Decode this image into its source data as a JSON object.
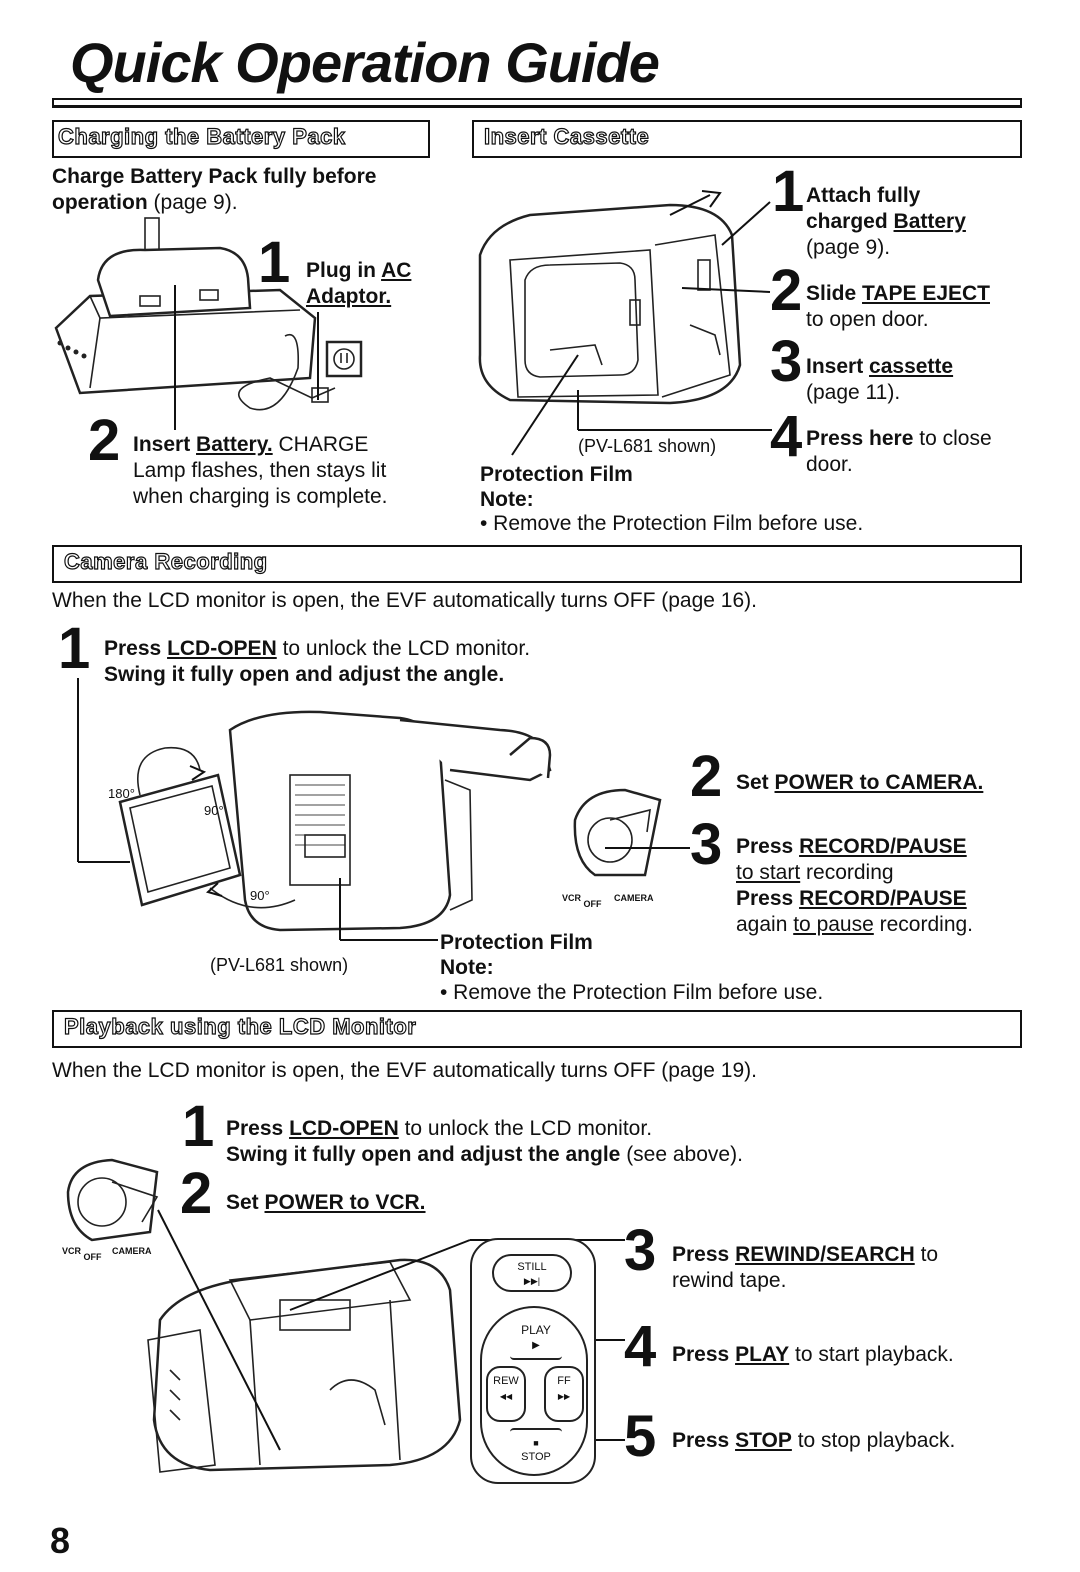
{
  "page": {
    "title": "Quick Operation Guide",
    "page_number": "8"
  },
  "charging": {
    "heading": "Charging the Battery Pack",
    "intro_bold": "Charge Battery Pack fully before operation",
    "intro_tail": "(page 9).",
    "step1_num": "1",
    "step1_a": "Plug in ",
    "step1_b": "AC",
    "step1_c": "Adaptor.",
    "step2_num": "2",
    "step2_a": "Insert ",
    "step2_b": "Battery.",
    "step2_c": " CHARGE",
    "step2_d": "Lamp flashes, then stays lit",
    "step2_e": "when charging is complete."
  },
  "insert": {
    "heading": "Insert Cassette",
    "s1_num": "1",
    "s1_a": "Attach fully",
    "s1_b": "charged ",
    "s1_c": "Battery",
    "s1_d": "(page 9).",
    "s2_num": "2",
    "s2_a": "Slide ",
    "s2_b": "TAPE EJECT",
    "s2_c": "to open door.",
    "s3_num": "3",
    "s3_a": "Insert ",
    "s3_b": "cassette",
    "s3_c": "(page 11).",
    "s4_num": "4",
    "s4_a": "Press here",
    "s4_b": " to close",
    "s4_c": "door.",
    "shown": "(PV-L681 shown)",
    "film": "Protection Film",
    "note": "Note:",
    "note_text": "• Remove the Protection Film before use."
  },
  "camera": {
    "heading": "Camera Recording",
    "intro": "When the LCD monitor is open, the EVF automatically turns OFF (page 16).",
    "s1_num": "1",
    "s1_a": "Press ",
    "s1_b": "LCD-OPEN",
    "s1_c": " to unlock the LCD monitor.",
    "s1_d": "Swing it fully open and adjust the angle.",
    "deg180": "180°",
    "deg90a": "90°",
    "deg90b": "90°",
    "s2_num": "2",
    "s2_a": "Set ",
    "s2_b": "POWER to CAMERA.",
    "s3_num": "3",
    "s3_a": "Press ",
    "s3_b": "RECORD/PAUSE",
    "s3_c": "to start",
    "s3_d": " recording",
    "s3_e": "Press ",
    "s3_f": "RECORD/PAUSE",
    "s3_g": "again ",
    "s3_h": "to pause",
    "s3_i": " recording.",
    "switch_vcr": "VCR",
    "switch_off": "OFF",
    "switch_cam": "CAMERA",
    "film": "Protection Film",
    "shown": "(PV-L681 shown)",
    "note": "Note:",
    "note_text": "• Remove the Protection Film before use."
  },
  "playback": {
    "heading": "Playback using the LCD Monitor",
    "intro": "When the LCD monitor is open, the EVF automatically turns OFF (page 19).",
    "s1_num": "1",
    "s1_a": "Press ",
    "s1_b": "LCD-OPEN",
    "s1_c": " to unlock the LCD monitor.",
    "s1_d": "Swing it fully open and adjust the angle",
    "s1_e": " (see above).",
    "s2_num": "2",
    "s2_a": "Set ",
    "s2_b": "POWER to VCR.",
    "s3_num": "3",
    "s3_a": "Press ",
    "s3_b": "REWIND/SEARCH",
    "s3_c": " to",
    "s3_d": "rewind tape.",
    "s4_num": "4",
    "s4_a": "Press ",
    "s4_b": "PLAY",
    "s4_c": " to start playback.",
    "s5_num": "5",
    "s5_a": "Press ",
    "s5_b": "STOP",
    "s5_c": " to stop playback.",
    "btn_still": "STILL",
    "btn_still_sym": "▶▶|",
    "btn_play": "PLAY",
    "btn_play_sym": "▶",
    "btn_rew": "REW",
    "btn_rew_sym": "◀◀",
    "btn_ff": "FF",
    "btn_ff_sym": "▶▶",
    "btn_stop_sym": "■",
    "btn_stop": "STOP",
    "switch_vcr": "VCR",
    "switch_off": "OFF",
    "switch_cam": "CAMERA"
  }
}
